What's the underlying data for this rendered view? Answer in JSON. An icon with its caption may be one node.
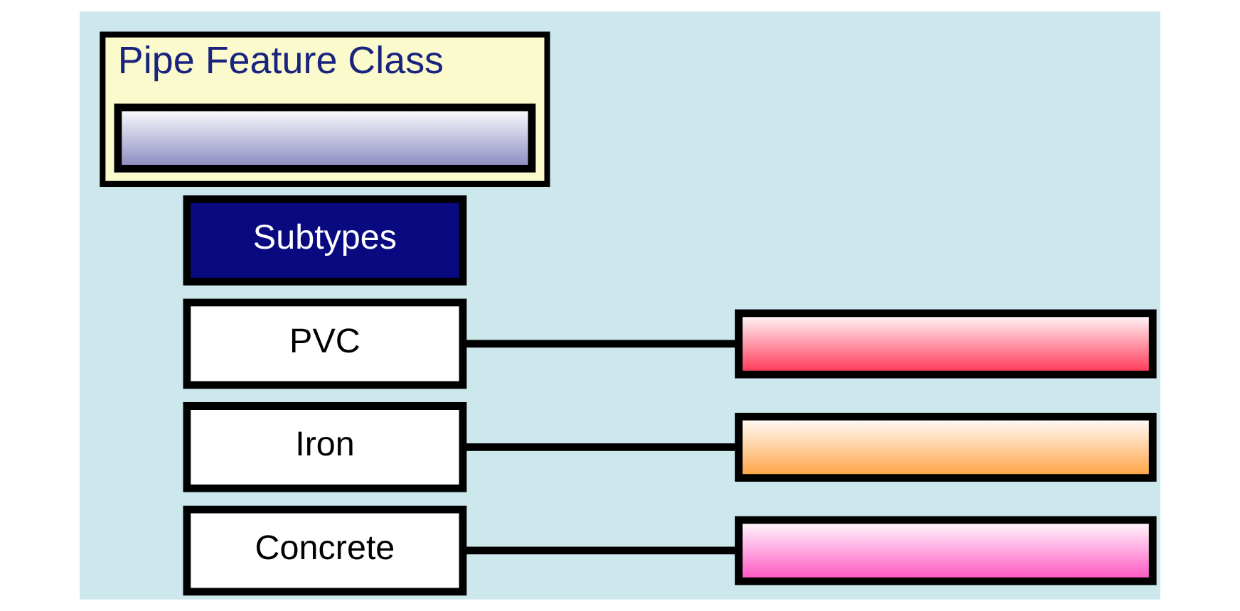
{
  "diagram": {
    "nodes": [
      {
        "text": [
          "Pipe Feature Class"
        ]
      },
      {
        "text": [],
        "shape": "bar",
        "in": 0
      },
      {
        "text": [
          "Subtypes"
        ]
      },
      {
        "text": [
          "PVC"
        ]
      },
      {
        "text": [
          "Iron"
        ]
      },
      {
        "text": [
          "Concrete"
        ]
      },
      {
        "text": [],
        "shape": "bar"
      },
      {
        "text": [],
        "shape": "bar"
      },
      {
        "text": [],
        "shape": "bar"
      }
    ],
    "edges": [
      {
        "from": 3,
        "to": 6,
        "arrow": "none"
      },
      {
        "from": 4,
        "to": 7,
        "arrow": "none"
      },
      {
        "from": 5,
        "to": 8,
        "arrow": "none"
      }
    ]
  }
}
